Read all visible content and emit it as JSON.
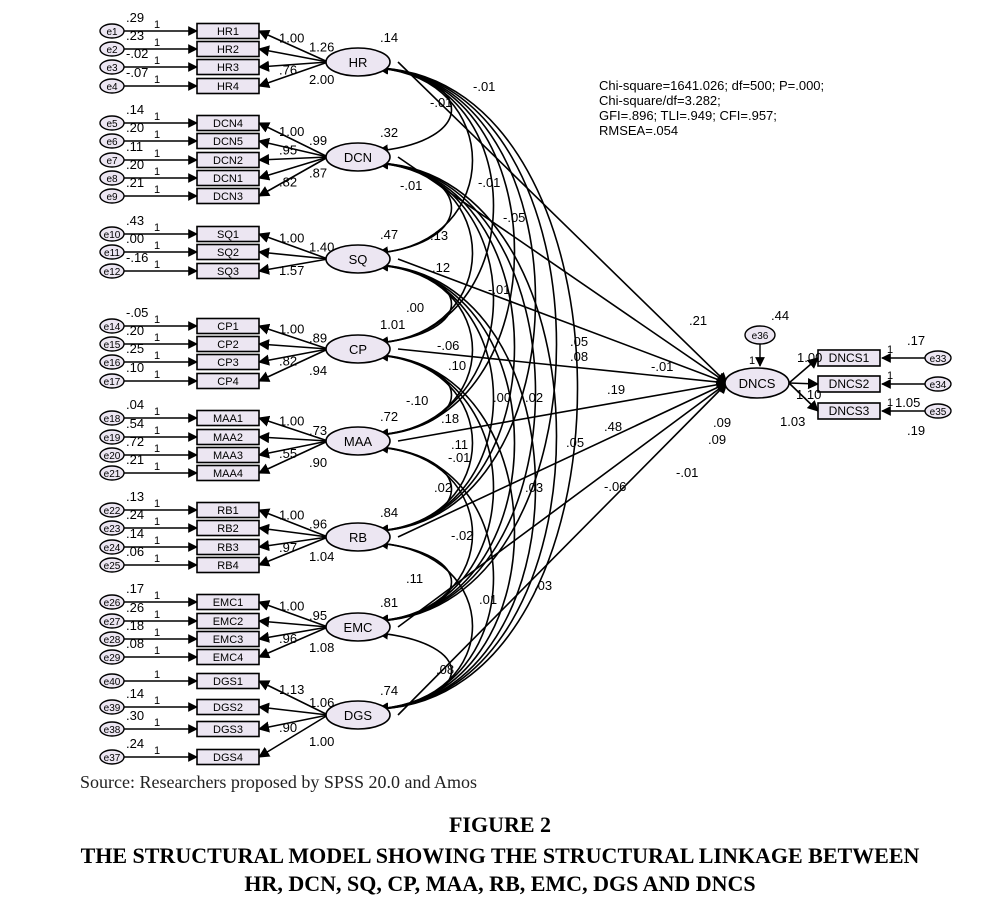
{
  "fit_stats": [
    "Chi-square=1641.026; df=500; P=.000;",
    "Chi-square/df=3.282;",
    "GFI=.896; TLI=.949; CFI=.957;",
    "RMSEA=.054"
  ],
  "source": "Source: Researchers proposed by SPSS 20.0 and Amos",
  "figure_number": "FIGURE 2",
  "figure_title_line1": "THE STRUCTURAL MODEL SHOWING THE STRUCTURAL LINKAGE BETWEEN",
  "figure_title_line2": "HR, DCN, SQ, CP, MAA, RB, EMC, DGS AND DNCS",
  "latents": [
    {
      "id": "HR",
      "variance": ".14",
      "indicators": [
        {
          "name": "HR1",
          "error": "e1",
          "err_var": ".29",
          "loading": "1.00"
        },
        {
          "name": "HR2",
          "error": "e2",
          "err_var": ".23",
          "loading": "1.26"
        },
        {
          "name": "HR3",
          "error": "e3",
          "err_var": "-.02",
          "loading": ".76"
        },
        {
          "name": "HR4",
          "error": "e4",
          "err_var": "-.07",
          "loading": "2.00"
        }
      ]
    },
    {
      "id": "DCN",
      "variance": ".32",
      "indicators": [
        {
          "name": "DCN4",
          "error": "e5",
          "err_var": ".14",
          "loading": "1.00"
        },
        {
          "name": "DCN5",
          "error": "e6",
          "err_var": ".20",
          "loading": ".99"
        },
        {
          "name": "DCN2",
          "error": "e7",
          "err_var": ".11",
          "loading": ".95"
        },
        {
          "name": "DCN1",
          "error": "e8",
          "err_var": ".20",
          "loading": ".87"
        },
        {
          "name": "DCN3",
          "error": "e9",
          "err_var": ".21",
          "loading": ".82"
        }
      ]
    },
    {
      "id": "SQ",
      "variance": ".47",
      "indicators": [
        {
          "name": "SQ1",
          "error": "e10",
          "err_var": ".43",
          "loading": "1.00"
        },
        {
          "name": "SQ2",
          "error": "e11",
          "err_var": ".00",
          "loading": "1.40"
        },
        {
          "name": "SQ3",
          "error": "e12",
          "err_var": "-.16",
          "loading": "1.57"
        }
      ]
    },
    {
      "id": "CP",
      "variance": "1.01",
      "indicators": [
        {
          "name": "CP1",
          "error": "e14",
          "err_var": "-.05",
          "loading": "1.00"
        },
        {
          "name": "CP2",
          "error": "e15",
          "err_var": ".20",
          "loading": ".89"
        },
        {
          "name": "CP3",
          "error": "e16",
          "err_var": ".25",
          "loading": ".82"
        },
        {
          "name": "CP4",
          "error": "e17",
          "err_var": ".10",
          "loading": ".94"
        }
      ]
    },
    {
      "id": "MAA",
      "variance": ".72",
      "indicators": [
        {
          "name": "MAA1",
          "error": "e18",
          "err_var": ".04",
          "loading": "1.00"
        },
        {
          "name": "MAA2",
          "error": "e19",
          "err_var": ".54",
          "loading": ".73"
        },
        {
          "name": "MAA3",
          "error": "e20",
          "err_var": ".72",
          "loading": ".55"
        },
        {
          "name": "MAA4",
          "error": "e21",
          "err_var": ".21",
          "loading": ".90"
        }
      ]
    },
    {
      "id": "RB",
      "variance": ".84",
      "indicators": [
        {
          "name": "RB1",
          "error": "e22",
          "err_var": ".13",
          "loading": "1.00"
        },
        {
          "name": "RB2",
          "error": "e23",
          "err_var": ".24",
          "loading": ".96"
        },
        {
          "name": "RB3",
          "error": "e24",
          "err_var": ".14",
          "loading": ".97"
        },
        {
          "name": "RB4",
          "error": "e25",
          "err_var": ".06",
          "loading": "1.04"
        }
      ]
    },
    {
      "id": "EMC",
      "variance": ".81",
      "indicators": [
        {
          "name": "EMC1",
          "error": "e26",
          "err_var": ".17",
          "loading": "1.00"
        },
        {
          "name": "EMC2",
          "error": "e27",
          "err_var": ".26",
          "loading": ".95"
        },
        {
          "name": "EMC3",
          "error": "e28",
          "err_var": ".18",
          "loading": ".96"
        },
        {
          "name": "EMC4",
          "error": "e29",
          "err_var": ".08",
          "loading": "1.08"
        }
      ]
    },
    {
      "id": "DGS",
      "variance": ".74",
      "indicators": [
        {
          "name": "DGS1",
          "error": "e40",
          "err_var": "",
          "loading": "1.13"
        },
        {
          "name": "DGS2",
          "error": "e39",
          "err_var": ".14",
          "loading": "1.06"
        },
        {
          "name": "DGS3",
          "error": "e38",
          "err_var": ".30",
          "loading": ".90"
        },
        {
          "name": "DGS4",
          "error": "e37",
          "err_var": ".24",
          "loading": "1.00"
        }
      ]
    }
  ],
  "outcome": {
    "id": "DNCS",
    "disturbance": "e36",
    "dist_var": ".44",
    "indicators": [
      {
        "name": "DNCS1",
        "error": "e33",
        "err_var": ".17",
        "loading": "1.00"
      },
      {
        "name": "DNCS2",
        "error": "e34",
        "err_var": "",
        "loading": "1.10"
      },
      {
        "name": "DNCS3",
        "error": "e35",
        "err_var": ".19",
        "loading": "1.05"
      }
    ],
    "extra_loading": "1.03"
  },
  "path_coefficients": [
    ".21",
    "-.01",
    ".19",
    ".48",
    "-.06",
    ".09",
    ".09",
    "-.01"
  ],
  "covariances": [
    "-.01",
    "-.01",
    "-.01",
    "-.01",
    "-.05",
    ".13",
    "-.01",
    ".12",
    ".00",
    "-.06",
    ".05",
    ".08",
    ".10",
    ".00",
    ".02",
    "-.10",
    ".18",
    ".11",
    "-.01",
    ".02",
    ".03",
    ".05",
    ".03",
    "-.02",
    ".11",
    ".01",
    ".08"
  ],
  "unit_label": "1"
}
